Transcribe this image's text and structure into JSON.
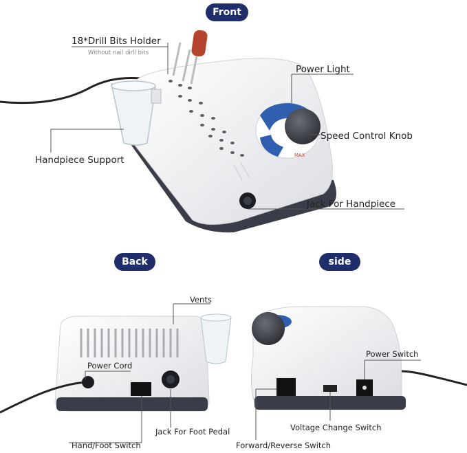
{
  "sections": {
    "front": "Front",
    "back": "Back",
    "side": "side"
  },
  "front": {
    "drill_bits_holder": "18*Drill Bits Holder",
    "drill_bits_note": "Without nail dirll bits",
    "power_light": "Power Light",
    "speed_control_knob": "Speed Control Knob",
    "handpiece_support": "Handpiece Support",
    "jack_for_handpiece": "Jack For Handpiece",
    "dial_text": "MAX"
  },
  "back": {
    "vents": "Vents",
    "power_cord": "Power Cord",
    "jack_for_foot_pedal": "Jack For Foot Pedal",
    "hand_foot_switch": "Hand/Foot Switch"
  },
  "side": {
    "power_switch": "Power Switch",
    "voltage_change_switch": "Voltage Change Switch",
    "forward_reverse_switch": "Forward/Reverse Switch"
  },
  "colors": {
    "pill": "#1f2d6b",
    "device_body": "#f2f2f4",
    "device_base": "#3a3d48",
    "dial_blue": "#2f5fae"
  }
}
